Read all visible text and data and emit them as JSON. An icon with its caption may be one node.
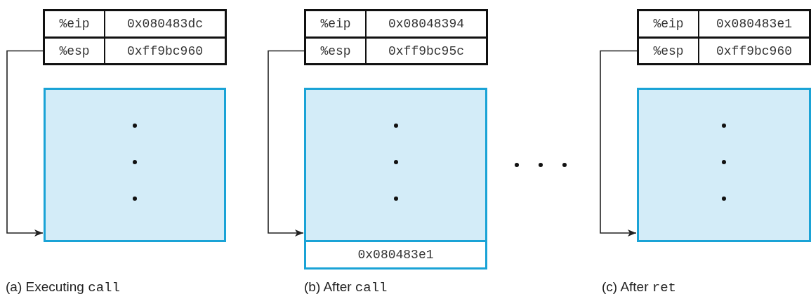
{
  "diagram": {
    "nodes": [
      {
        "text": [
          "%eip",
          "0x080483dc"
        ]
      },
      {
        "text": [
          "%esp",
          "0xff9bc960"
        ]
      },
      {
        "text": [],
        "shape": "box"
      },
      {
        "text": [
          "%eip",
          "0x08048394"
        ]
      },
      {
        "text": [
          "%esp",
          "0xff9bc95c"
        ]
      },
      {
        "text": [],
        "shape": "box"
      },
      {
        "text": [
          "0x080483e1"
        ]
      },
      {
        "text": [
          "%eip",
          "0x080483e1"
        ]
      },
      {
        "text": [
          "%esp",
          "0xff9bc960"
        ]
      },
      {
        "text": [],
        "shape": "box"
      }
    ],
    "edges": [
      {
        "from": 1,
        "to": 2,
        "arrow": "to"
      },
      {
        "from": 4,
        "to": 5,
        "arrow": "to"
      },
      {
        "from": 8,
        "to": 9,
        "arrow": "to"
      }
    ],
    "labels": [
      "(a) Executing call",
      "(b) After call",
      "(c) After ret"
    ]
  }
}
